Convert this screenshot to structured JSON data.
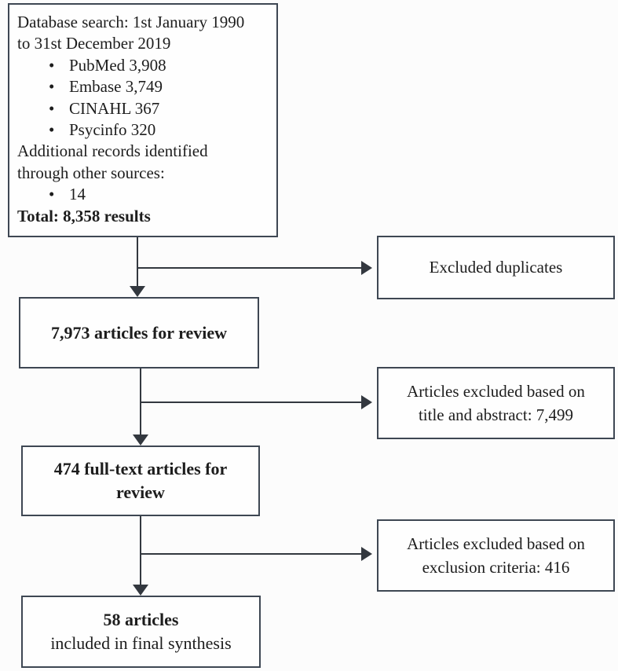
{
  "theme": {
    "background": "#fcfcfc",
    "box_background": "#fefefe",
    "border_color": "#3e4753",
    "arrow_color": "#33383f",
    "text_color": "#1d1d1d"
  },
  "boxes": {
    "database_search": {
      "lines": [
        {
          "text": "Database search: 1st January 1990",
          "style": "normal"
        },
        {
          "text": "to 31st December 2019",
          "style": "normal"
        },
        {
          "text": "PubMed 3,908",
          "style": "bullet"
        },
        {
          "text": "Embase 3,749",
          "style": "bullet"
        },
        {
          "text": "CINAHL 367",
          "style": "bullet"
        },
        {
          "text": "Psycinfo 320",
          "style": "bullet"
        },
        {
          "text": "Additional records identified",
          "style": "normal"
        },
        {
          "text": "through other sources:",
          "style": "normal"
        },
        {
          "text": "14",
          "style": "bullet"
        },
        {
          "text": "Total: 8,358 results",
          "style": "bold"
        }
      ]
    },
    "excluded_duplicates": {
      "lines": [
        {
          "text": "Excluded duplicates",
          "style": "normal"
        }
      ]
    },
    "articles_for_review": {
      "lines": [
        {
          "text": "7,973 articles for review",
          "style": "bold"
        }
      ]
    },
    "excluded_title_abstract": {
      "lines": [
        {
          "text": "Articles excluded based on",
          "style": "normal"
        },
        {
          "text": "title and abstract: 7,499",
          "style": "normal"
        }
      ]
    },
    "fulltext_articles": {
      "lines": [
        {
          "text": "474 full-text articles for",
          "style": "bold"
        },
        {
          "text": "review",
          "style": "bold"
        }
      ]
    },
    "excluded_criteria": {
      "lines": [
        {
          "text": "Articles excluded based on",
          "style": "normal"
        },
        {
          "text": "exclusion criteria: 416",
          "style": "normal"
        }
      ]
    },
    "final_synthesis": {
      "lines": [
        {
          "text": "58 articles",
          "style": "bold"
        },
        {
          "text": "included in final synthesis",
          "style": "normal"
        }
      ]
    }
  }
}
